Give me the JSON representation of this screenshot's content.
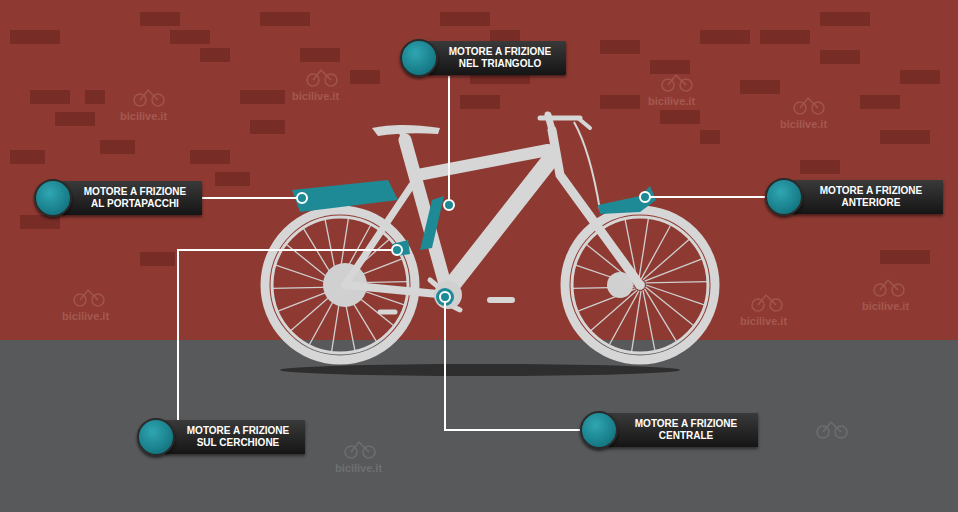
{
  "diagram": {
    "nodes": [
      {
        "text": [
          "MOTORE A FRIZIONE NEL TRIANGOLO"
        ]
      },
      {
        "text": [
          "MOTORE A FRIZIONE AL PORTAPACCHI"
        ]
      },
      {
        "text": [
          "MOTORE A FRIZIONE ANTERIORE"
        ]
      },
      {
        "text": [
          "MOTORE A FRIZIONE SUL CERCHIONE"
        ]
      },
      {
        "text": [
          "MOTORE A FRIZIONE CENTRALE"
        ]
      }
    ],
    "labels": [
      "bicilive.it",
      "bicilive.it",
      "bicilive.it",
      "bicilive.it",
      "bicilive.it",
      "bicilive.it",
      "bicilive.it",
      "bicilive.it"
    ]
  }
}
